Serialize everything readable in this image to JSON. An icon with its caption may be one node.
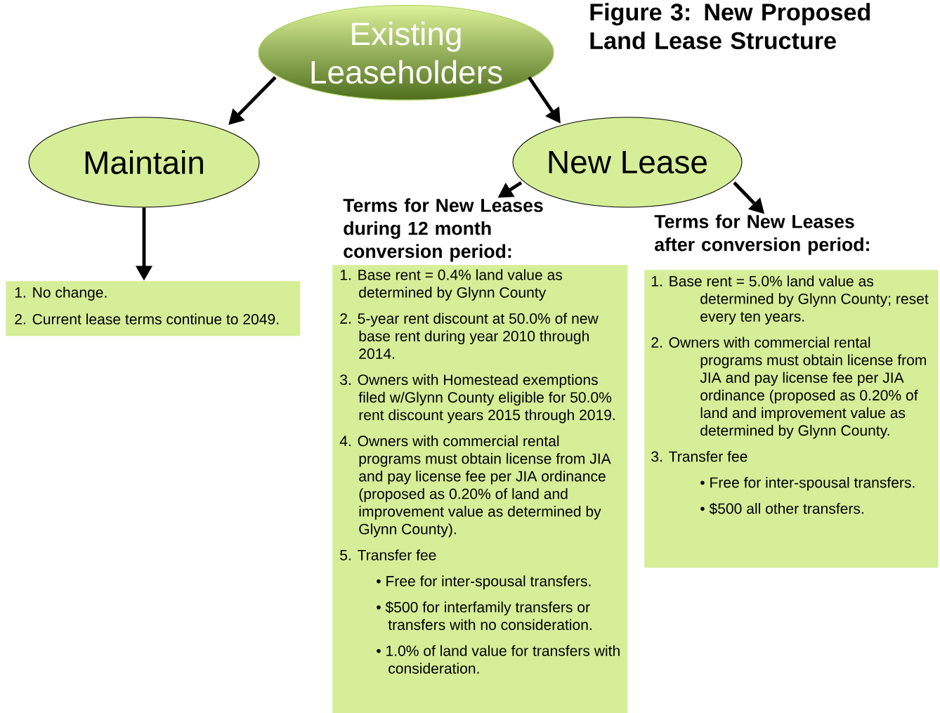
{
  "diagram": {
    "title": "Figure 3: New Proposed Land Lease Structure",
    "nodes": [
      {
        "text": [
          "Existing Leaseholders"
        ]
      },
      {
        "text": [
          "Maintain"
        ]
      },
      {
        "text": [
          "New Lease"
        ]
      },
      {
        "text": [
          "1. No change.",
          "2. Current lease terms continue to 2049."
        ]
      },
      {
        "text": [
          "Terms for New Leases during 12 month conversion period:",
          "1. Base rent = 0.4% land value as determined by Glynn County",
          "2. 5-year rent discount at 50.0% of new base rent during year 2010 through 2014.",
          "3. Owners with Homestead exemptions filed w/Glynn County eligible for 50.0% rent discount years 2015 through 2019.",
          "4. Owners with commercial rental programs must obtain license from JIA and pay license fee per JIA ordinance (proposed as 0.20% of land and improvement value as determined by Glynn County).",
          "5. Transfer fee",
          "• Free for inter-spousal transfers.",
          "• $500 for interfamily transfers or transfers with no consideration.",
          "• 1.0% of land value for transfers with consideration."
        ]
      },
      {
        "text": [
          "Terms for New Leases after conversion period:",
          "1. Base rent = 5.0% land value as determined by Glynn County; reset every ten years.",
          "2. Owners with commercial rental programs must obtain license from JIA and pay license fee per JIA ordinance (proposed as 0.20% of land and improvement value as determined by Glynn County.",
          "3. Transfer fee",
          "• Free for inter-spousal transfers.",
          "• $500 all other transfers."
        ]
      }
    ],
    "edges": [
      {
        "from": 0,
        "to": 1,
        "arrow": "to"
      },
      {
        "from": 0,
        "to": 2,
        "arrow": "to"
      },
      {
        "from": 1,
        "to": 3,
        "arrow": "to"
      },
      {
        "from": 2,
        "to": 4,
        "arrow": "to"
      },
      {
        "from": 2,
        "to": 5,
        "arrow": "to"
      }
    ]
  }
}
